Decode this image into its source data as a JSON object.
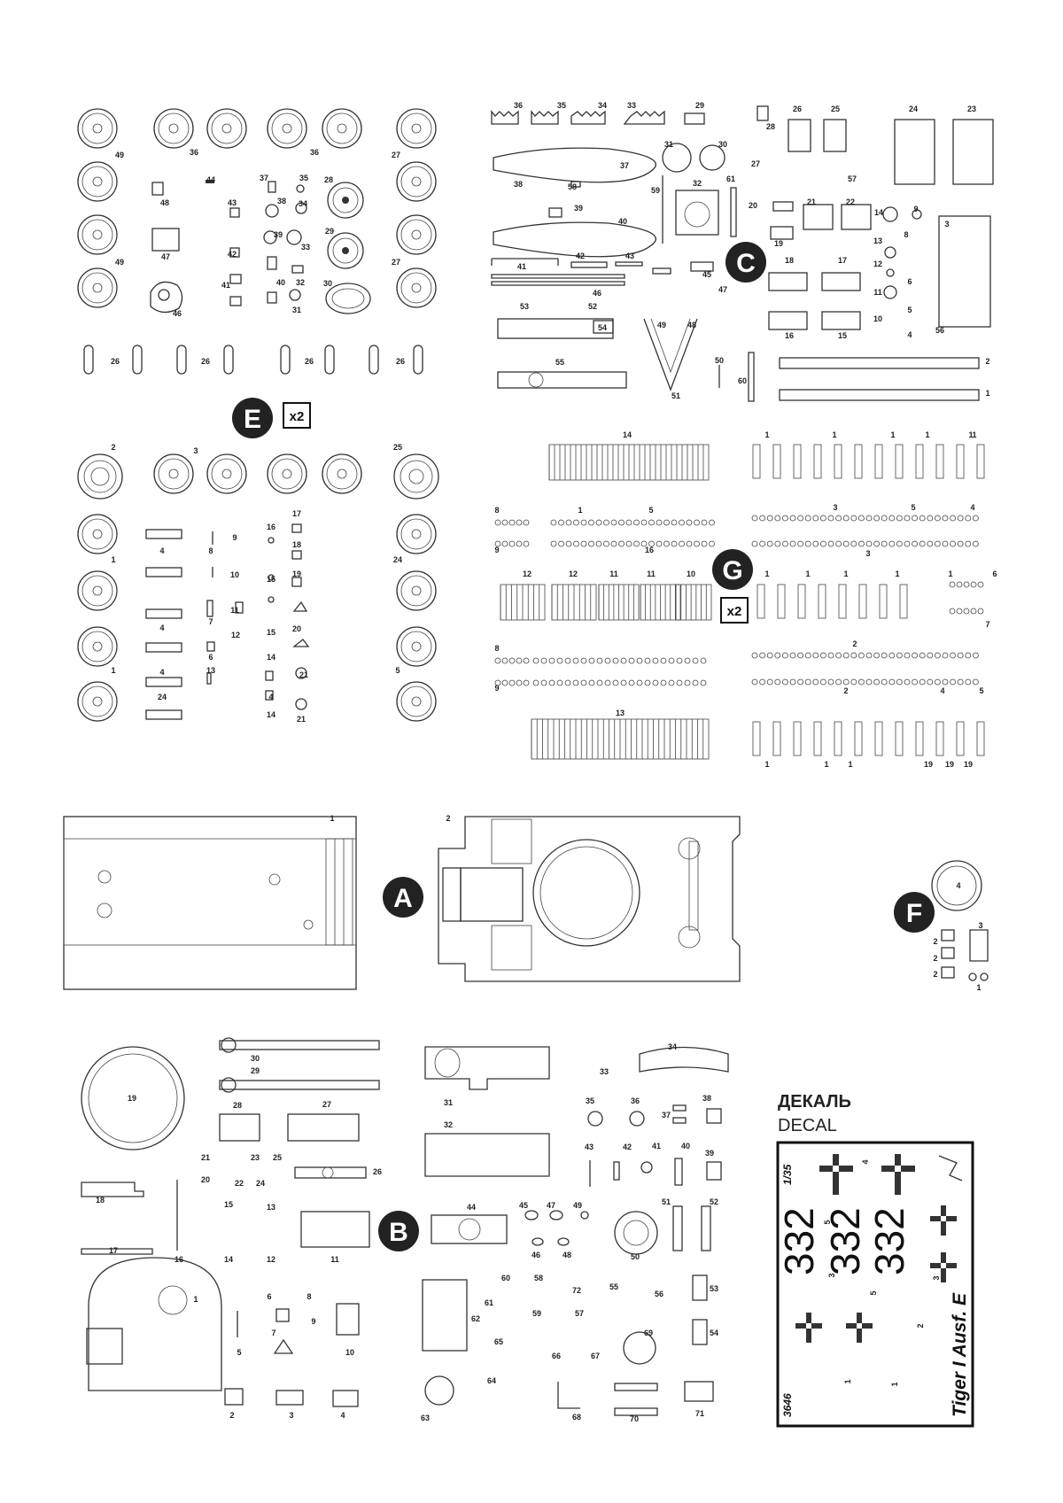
{
  "sprue_badges": [
    {
      "letter": "E",
      "multiplier": "x2"
    },
    {
      "letter": "C",
      "multiplier": ""
    },
    {
      "letter": "G",
      "multiplier": "x2"
    },
    {
      "letter": "A",
      "multiplier": ""
    },
    {
      "letter": "F",
      "multiplier": ""
    },
    {
      "letter": "B",
      "multiplier": ""
    }
  ],
  "decal": {
    "title_ru": "ДЕКАЛЬ",
    "title_en": "DECAL",
    "scale": "1/35",
    "kit_number": "3646",
    "model_name": "Tiger I Ausf. E",
    "numbers": [
      "332",
      "332",
      "332"
    ],
    "index_labels": [
      "4",
      "5",
      "3",
      "3",
      "5",
      "2",
      "1",
      "1"
    ]
  },
  "sprue_e": {
    "labels": [
      "49",
      "36",
      "36",
      "27",
      "48",
      "44",
      "37",
      "35",
      "28",
      "43",
      "38",
      "34",
      "42",
      "39",
      "33",
      "29",
      "47",
      "49",
      "41",
      "40",
      "32",
      "27",
      "46",
      "31",
      "30",
      "26",
      "26",
      "26",
      "26",
      "2",
      "3",
      "25",
      "17",
      "8",
      "9",
      "16",
      "18",
      "4",
      "1",
      "24",
      "10",
      "15",
      "19",
      "4",
      "7",
      "11",
      "15",
      "20",
      "4",
      "12",
      "6",
      "14",
      "1",
      "21",
      "13",
      "5",
      "24",
      "4",
      "14",
      "21"
    ]
  },
  "sprue_c": {
    "labels": [
      "36",
      "35",
      "34",
      "33",
      "29",
      "28",
      "26",
      "25",
      "24",
      "23",
      "31",
      "30",
      "37",
      "27",
      "57",
      "61",
      "38",
      "58",
      "59",
      "32",
      "20",
      "21",
      "22",
      "14",
      "9",
      "3",
      "39",
      "8",
      "40",
      "19",
      "13",
      "12",
      "6",
      "41",
      "42",
      "43",
      "18",
      "17",
      "11",
      "45",
      "47",
      "46",
      "5",
      "53",
      "52",
      "54",
      "49",
      "48",
      "10",
      "4",
      "56",
      "16",
      "15",
      "55",
      "50",
      "60",
      "2",
      "51",
      "1"
    ]
  },
  "sprue_g": {
    "labels": [
      "14",
      "1",
      "1",
      "1",
      "1",
      "1",
      "1",
      "8",
      "1",
      "5",
      "3",
      "5",
      "4",
      "9",
      "16",
      "3",
      "12",
      "12",
      "11",
      "11",
      "10",
      "1",
      "1",
      "1",
      "1",
      "1",
      "6",
      "7",
      "8",
      "2",
      "9",
      "2",
      "4",
      "5",
      "13",
      "1",
      "1",
      "1",
      "19",
      "19",
      "19"
    ]
  },
  "sprue_a": {
    "labels": [
      "1",
      "2"
    ]
  },
  "sprue_f": {
    "labels": [
      "4",
      "3",
      "2",
      "2",
      "2",
      "1"
    ]
  },
  "sprue_b": {
    "labels": [
      "30",
      "29",
      "31",
      "34",
      "33",
      "28",
      "27",
      "35",
      "36",
      "37",
      "38",
      "19",
      "32",
      "21",
      "23",
      "25",
      "26",
      "42",
      "41",
      "40",
      "43",
      "39",
      "20",
      "22",
      "24",
      "18",
      "15",
      "13",
      "44",
      "45",
      "47",
      "49",
      "51",
      "52",
      "14",
      "12",
      "11",
      "46",
      "48",
      "50",
      "16",
      "17",
      "60",
      "58",
      "72",
      "55",
      "56",
      "53",
      "1",
      "6",
      "8",
      "61",
      "59",
      "57",
      "62",
      "9",
      "7",
      "10",
      "65",
      "69",
      "54",
      "5",
      "66",
      "67",
      "64",
      "2",
      "3",
      "4",
      "63",
      "68",
      "70",
      "71"
    ]
  }
}
